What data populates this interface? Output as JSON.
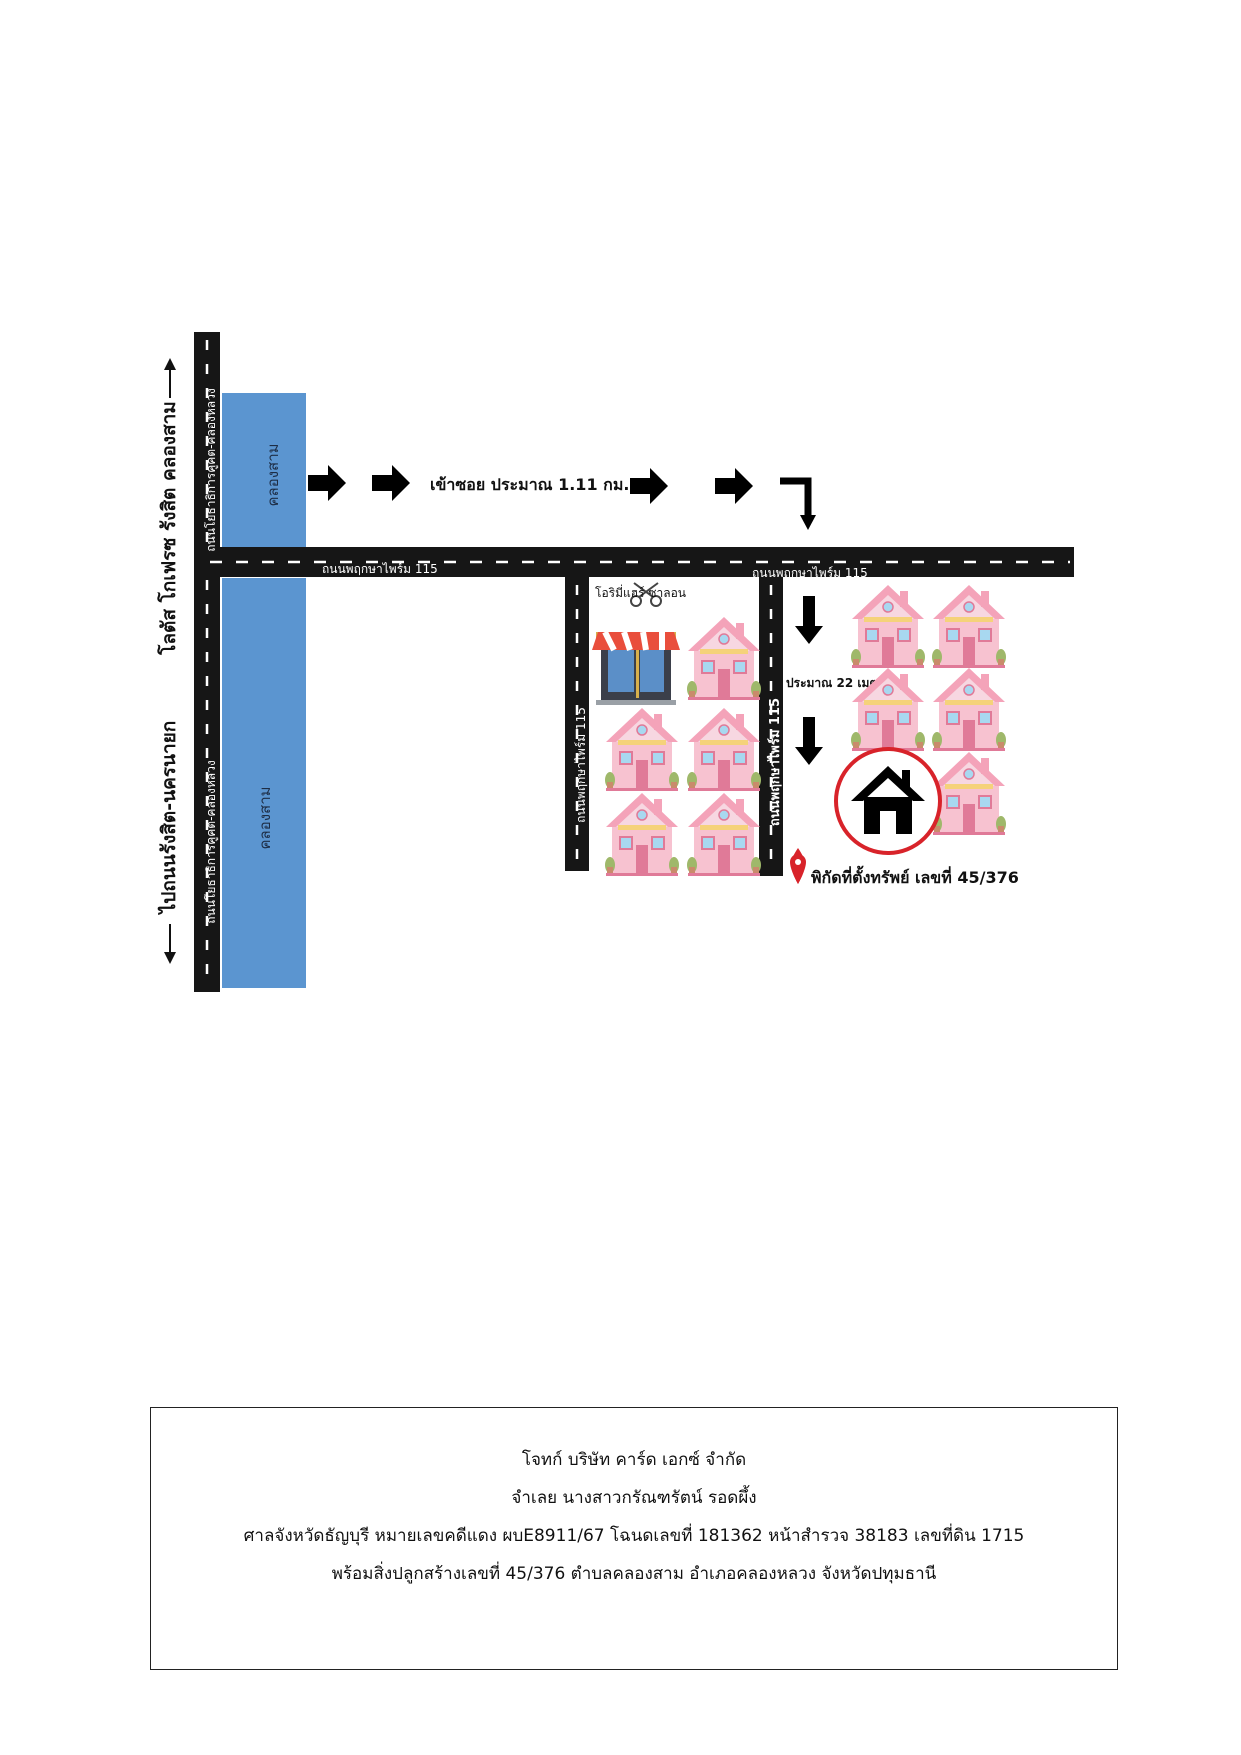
{
  "map": {
    "side_label_top": "โลตัส โกเฟรซ รังสิต คลองสาม",
    "side_label_bottom": "ไปถนนรังสิต-นครนายก",
    "canal_label": "คลองสาม",
    "main_road_label": "ถนนโยธาธิการคูคต-คลองหลวง",
    "entry_text": "เข้าซอย ประมาณ 1.11 กม.",
    "soi_label": "ถนนพฤกษาไพร์ม 115",
    "shop_label": "โอริมี่แฮร์ ซาลอน",
    "distance_text": "ประมาณ 22 เมตร",
    "target_text": "พิกัดที่ตั้งทรัพย์ เลขที่ 45/376",
    "colors": {
      "road": "#161616",
      "canal": "#5B95D0",
      "house_roof": "#F4A3B9",
      "house_wall": "#F7C2D0",
      "marker": "#D8232A"
    }
  },
  "info": {
    "line1": "โจทก์ บริษัท คาร์ด เอกซ์ จำกัด",
    "line2": "จำเลย นางสาวกรัณฑรัตน์ รอดผึ้ง",
    "line3": "ศาลจังหวัดธัญบุรี หมายเลขคดีแดง ผบE8911/67 โฉนดเลขที่ 181362  หน้าสำรวจ 38183 เลขที่ดิน 1715",
    "line4": "พร้อมสิ่งปลูกสร้างเลขที่ 45/376 ตำบลคลองสาม อำเภอคลองหลวง จังหวัดปทุมธานี"
  }
}
